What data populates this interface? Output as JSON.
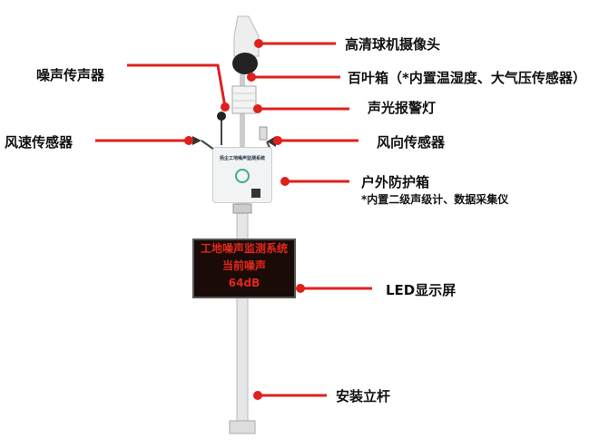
{
  "labels": {
    "camera": "高清球机摄像头",
    "louver_box": "百叶箱（*内置温湿度、大气压传感器）",
    "alarm_light": "声光报警灯",
    "wind_direction": "风向传感器",
    "outdoor_box": "户外防护箱",
    "outdoor_box_note": "*内置二级声级计、数据采集仪",
    "led_screen": "LED显示屏",
    "pole": "安装立杆",
    "noise_mic": "噪声传声器",
    "wind_speed": "风速传感器"
  },
  "device": {
    "box_title": "扬尘工地噪声监测系统",
    "led_lines": [
      "工地噪声监测系统",
      "当前噪声",
      "64dB"
    ]
  },
  "colors": {
    "accent": "#e0201c",
    "led_text": "#e2281c"
  }
}
